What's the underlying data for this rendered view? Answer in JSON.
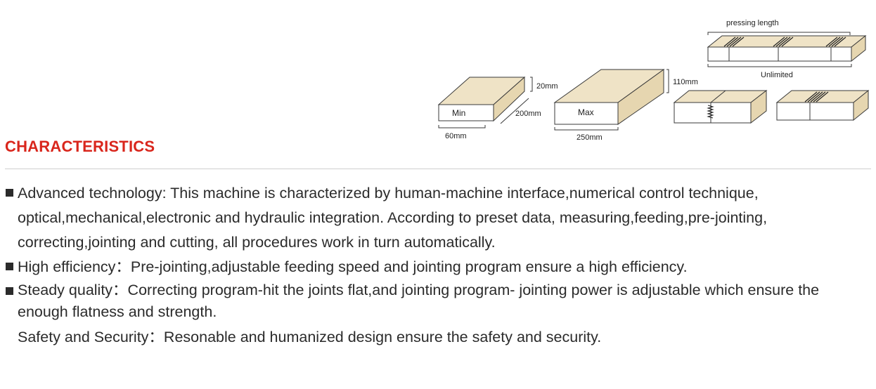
{
  "diagram": {
    "pressing_length_label": "pressing length",
    "unlimited_label": "Unlimited",
    "min_block": {
      "label": "Min",
      "height": "20mm",
      "length": "200mm",
      "width": "60mm"
    },
    "max_block": {
      "label": "Max",
      "height": "110mm",
      "length": "250mm"
    },
    "colors": {
      "wood_top": "#efe3c6",
      "wood_side": "#e6d6b0",
      "outline": "#3a3a3a"
    }
  },
  "heading": "CHARACTERISTICS",
  "paragraphs": [
    {
      "bullet": true,
      "text": "Advanced technology: This machine is characterized by human-machine interface,numerical control technique, optical,mechanical,electronic and hydraulic integration. According to preset data, measuring,feeding,pre-jointing, correcting,jointing and cutting, all procedures work in turn automatically."
    },
    {
      "bullet": true,
      "text": "High efficiency：Pre-jointing,adjustable feeding speed and jointing program ensure a high efficiency."
    },
    {
      "bullet": true,
      "text": "Steady quality：Correcting program-hit the joints flat,and jointing program- jointing power is adjustable which ensure the enough flatness and strength."
    },
    {
      "bullet": false,
      "text": "Safety and Security：Resonable and humanized design ensure the safety and security."
    }
  ],
  "colors": {
    "heading": "#d9261c",
    "text": "#2b2b2b",
    "rule": "#cfcfcf"
  }
}
